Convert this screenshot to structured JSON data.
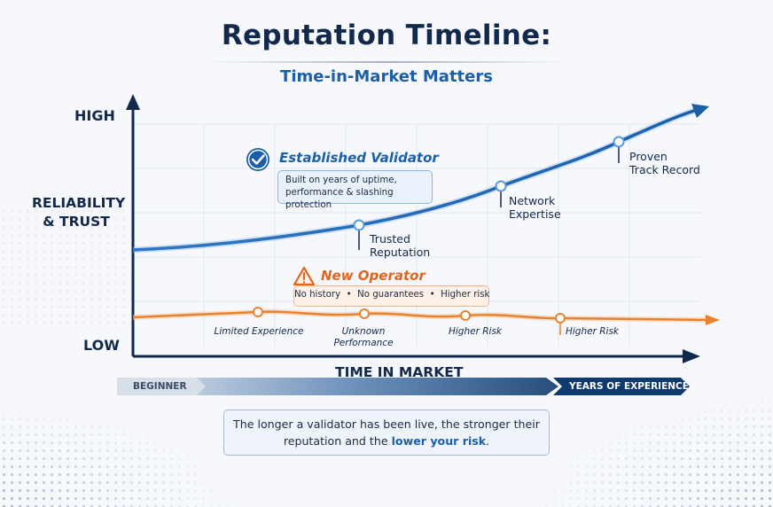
{
  "title": "Reputation Timeline:",
  "subtitle": "Time-in-Market Matters",
  "y_axis": {
    "high": "HIGH",
    "low": "LOW",
    "label_line1": "RELIABILITY",
    "label_line2": "& TRUST"
  },
  "x_axis": {
    "label": "TIME IN MARKET",
    "start_tag": "BEGINNER",
    "end_tag": "YEARS OF EXPERIENCE"
  },
  "established": {
    "title": "Established Validator",
    "desc_line1": "Built on years of uptime,",
    "desc_line2": "performance & slashing protection",
    "milestones": [
      {
        "line1": "Trusted",
        "line2": "Reputation"
      },
      {
        "line1": "Network",
        "line2": "Expertise"
      },
      {
        "line1": "Proven",
        "line2": "Track Record"
      }
    ]
  },
  "new_operator": {
    "title": "New Operator",
    "tags": [
      "No history",
      "No guarantees",
      "Higher risk"
    ],
    "separator": "•",
    "milestones": [
      {
        "line1": "Limited Experience",
        "line2": ""
      },
      {
        "line1": "Unknown",
        "line2": "Performance"
      },
      {
        "line1": "Higher Risk",
        "line2": ""
      },
      {
        "line1": "Higher Risk",
        "line2": ""
      }
    ]
  },
  "footer": {
    "line1": "The longer a validator has been live, the stronger their",
    "line2_prefix": "reputation and the ",
    "line2_highlight": "lower your risk",
    "line2_suffix": "."
  },
  "colors": {
    "navy": "#13294b",
    "blue": "#1b5fa8",
    "orange": "#e9822e",
    "dark_orange": "#e1661b"
  },
  "icons": {
    "established": "check-circle-icon",
    "new_operator": "warning-triangle-icon"
  }
}
